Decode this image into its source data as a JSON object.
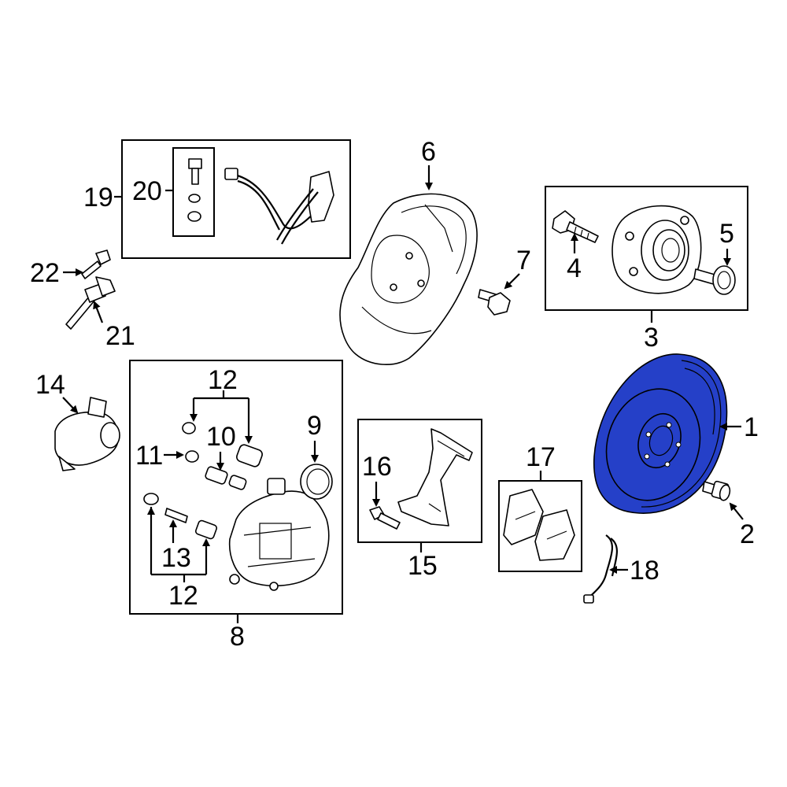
{
  "callouts": {
    "c1": "1",
    "c2": "2",
    "c3": "3",
    "c4": "4",
    "c5": "5",
    "c6": "6",
    "c7": "7",
    "c8": "8",
    "c9": "9",
    "c10": "10",
    "c11": "11",
    "c12a": "12",
    "c12b": "12",
    "c13": "13",
    "c14": "14",
    "c15": "15",
    "c16": "16",
    "c17": "17",
    "c18": "18",
    "c19": "19",
    "c20": "20",
    "c21": "21",
    "c22": "22"
  },
  "highlight_color": "#2540c8",
  "highlighted_part": "1"
}
